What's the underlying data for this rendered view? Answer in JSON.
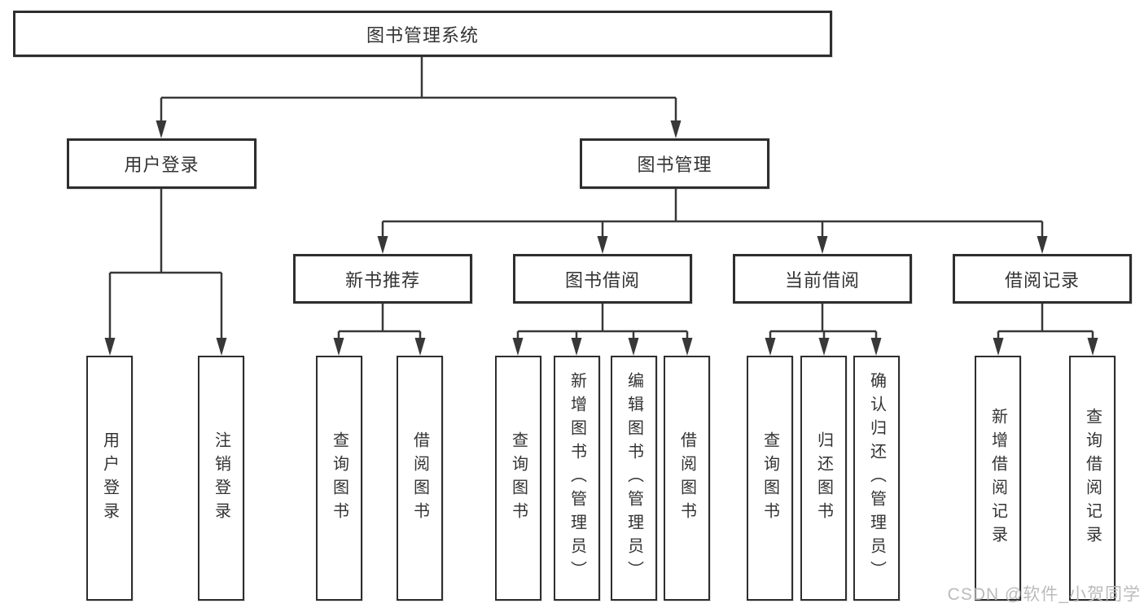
{
  "diagram": {
    "type": "hierarchy-tree",
    "title": "图书管理系统"
  },
  "tree": {
    "root": {
      "label": "图书管理系统",
      "children": [
        {
          "label": "用户登录",
          "children": [
            {
              "label": "用户登录"
            },
            {
              "label": "注销登录"
            }
          ]
        },
        {
          "label": "图书管理",
          "children": [
            {
              "label": "新书推荐",
              "children": [
                {
                  "label": "查询图书"
                },
                {
                  "label": "借阅图书"
                }
              ]
            },
            {
              "label": "图书借阅",
              "children": [
                {
                  "label": "查询图书"
                },
                {
                  "label": "新增图书（管理员）"
                },
                {
                  "label": "编辑图书（管理员）"
                },
                {
                  "label": "借阅图书"
                }
              ]
            },
            {
              "label": "当前借阅",
              "children": [
                {
                  "label": "查询图书"
                },
                {
                  "label": "归还图书"
                },
                {
                  "label": "确认归还（管理员）"
                }
              ]
            },
            {
              "label": "借阅记录",
              "children": [
                {
                  "label": "新增借阅记录"
                },
                {
                  "label": "查询借阅记录"
                }
              ]
            }
          ]
        }
      ]
    }
  },
  "watermark": {
    "text": "CSDN @软件_小贺同学"
  },
  "colors": {
    "background": "#ffffff",
    "box_border": "#2e2e2e",
    "line": "#383838",
    "text": "#333333",
    "watermark": "#b7b7b7"
  }
}
